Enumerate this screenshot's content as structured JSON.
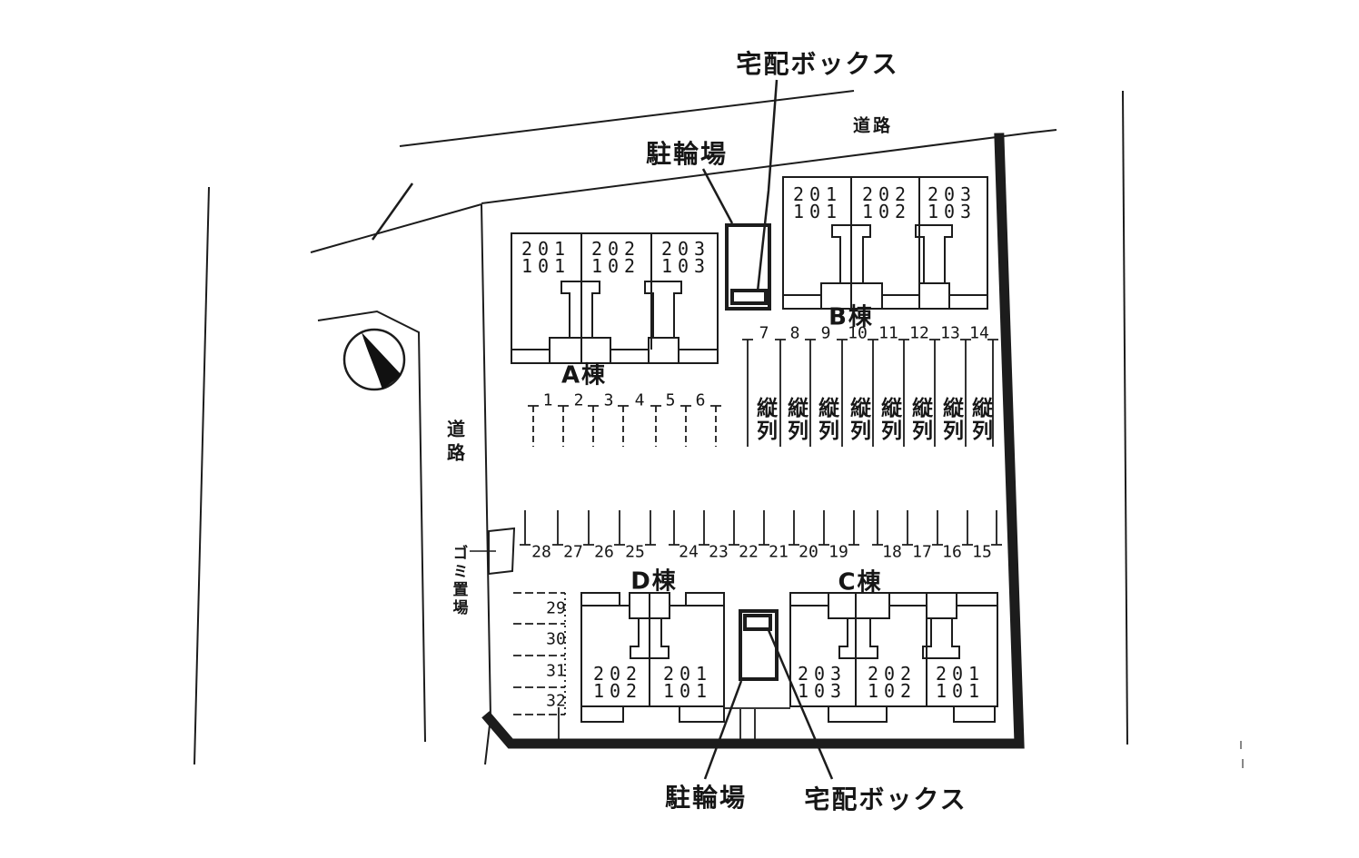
{
  "labels": {
    "delivery_box_top": "宅配ボックス",
    "bicycle_top": "駐輪場",
    "road_top": "道路",
    "road_left": "道路",
    "garbage": "ゴミ置場",
    "bicycle_bottom": "駐輪場",
    "delivery_box_bottom": "宅配ボックス",
    "tandem": "縦列"
  },
  "buildings": {
    "a": {
      "name": "A棟",
      "units": [
        {
          "upper": "201",
          "lower": "101"
        },
        {
          "upper": "202",
          "lower": "102"
        },
        {
          "upper": "203",
          "lower": "103"
        }
      ]
    },
    "b": {
      "name": "B棟",
      "units": [
        {
          "upper": "201",
          "lower": "101"
        },
        {
          "upper": "202",
          "lower": "102"
        },
        {
          "upper": "203",
          "lower": "103"
        }
      ]
    },
    "c": {
      "name": "C棟",
      "units": [
        {
          "upper": "203",
          "lower": "103"
        },
        {
          "upper": "202",
          "lower": "102"
        },
        {
          "upper": "201",
          "lower": "101"
        }
      ]
    },
    "d": {
      "name": "D棟",
      "units": [
        {
          "upper": "202",
          "lower": "102"
        },
        {
          "upper": "201",
          "lower": "101"
        }
      ]
    }
  },
  "parking": {
    "row_a": [
      "1",
      "2",
      "3",
      "4",
      "5",
      "6"
    ],
    "tandem_row": [
      "7",
      "8",
      "9",
      "10",
      "11",
      "12",
      "13",
      "14"
    ],
    "middle_row": {
      "group1": [
        "28",
        "27",
        "26",
        "25"
      ],
      "group2": [
        "24",
        "23",
        "22",
        "21",
        "20",
        "19"
      ],
      "group3": [
        "18",
        "17",
        "16",
        "15"
      ]
    },
    "left_column": [
      "29",
      "30",
      "31",
      "32"
    ]
  },
  "colors": {
    "ink": "#1a1a1a",
    "paper": "#ffffff"
  }
}
